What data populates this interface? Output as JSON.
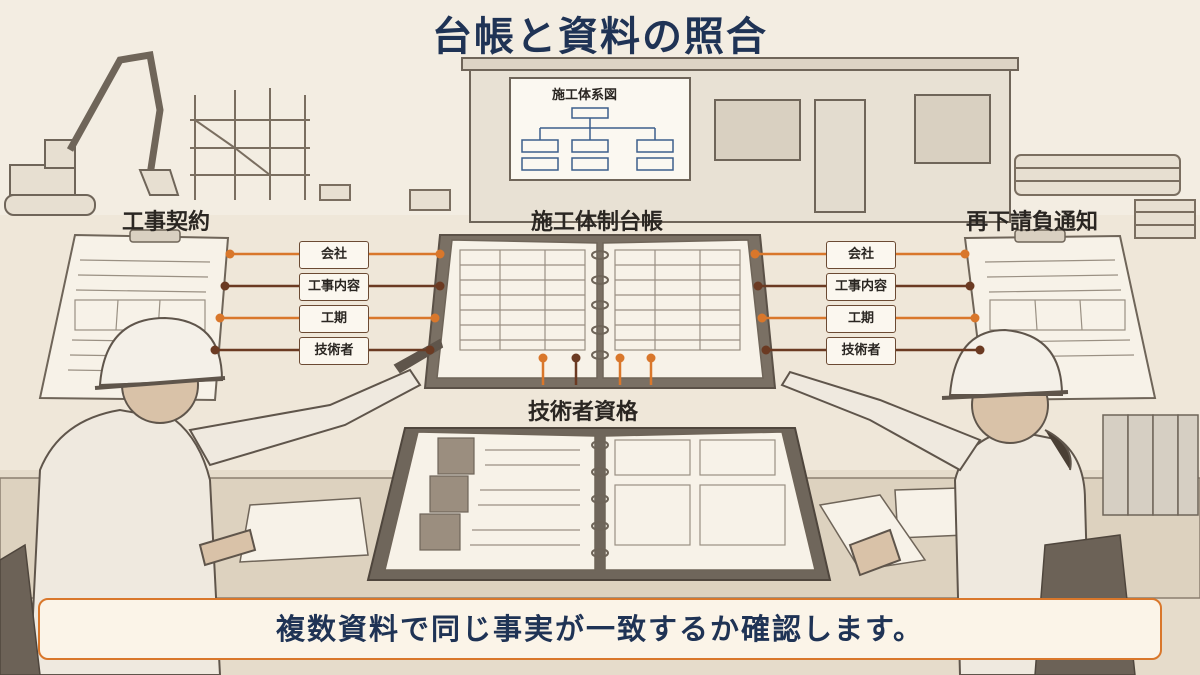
{
  "title": "台帳と資料の照合",
  "documents": {
    "left": "工事契約",
    "center": "施工体制台帳",
    "right": "再下請負通知",
    "bottom": "技術者資格"
  },
  "org_chart_board": {
    "label": "施工体系図"
  },
  "left_fields": [
    "会社",
    "工事内容",
    "工期",
    "技術者"
  ],
  "right_fields": [
    "会社",
    "工事内容",
    "工期",
    "技術者"
  ],
  "caption": "複数資料で同じ事実が一致するか確認します。",
  "colors": {
    "title": "#1f3355",
    "orange_connector": "#d9772b",
    "brown_connector": "#6b3a22",
    "caption_border": "#d9772b",
    "background": "#f3ede2"
  }
}
